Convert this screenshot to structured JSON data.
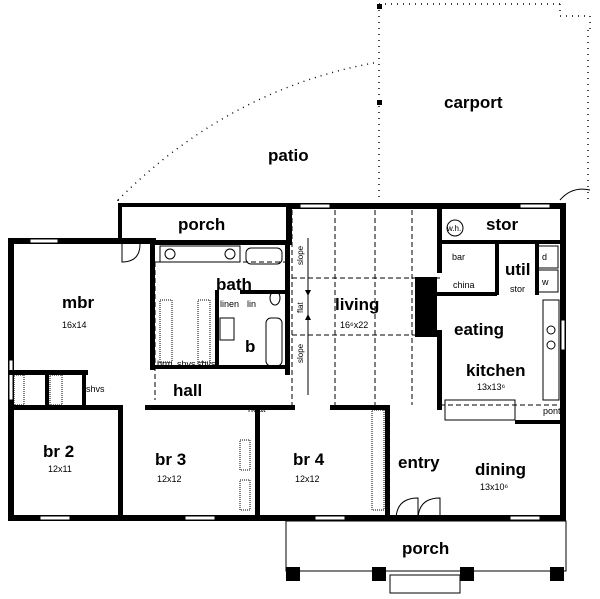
{
  "rooms": {
    "carport": "carport",
    "patio": "patio",
    "porch_rear": "porch",
    "stor": "stor",
    "wh": "w.h.",
    "bar": "bar",
    "util": "util",
    "d": "d",
    "w": "w",
    "chino": "china",
    "stor_small": "stor",
    "mbr": "mbr",
    "mbr_size": "16x14",
    "bath": "bath",
    "linen": "linen",
    "lin": "lin",
    "b": "b",
    "brm": "brm",
    "shvs_a": "shvs",
    "shvs_b": "shvs",
    "shvs_c": "shvs",
    "hall": "hall",
    "heat": "heat",
    "slope_top": "slope",
    "flat": "flat",
    "slope_bottom": "slope",
    "living": "living",
    "living_size": "16⁶x22",
    "eating": "eating",
    "kitchen": "kitchen",
    "kitchen_size": "13x13⁶",
    "pont": "pont",
    "br2": "br 2",
    "br2_size": "12x11",
    "br3": "br 3",
    "br3_size": "12x12",
    "br4": "br 4",
    "br4_size": "12x12",
    "entry": "entry",
    "dining": "dining",
    "dining_size": "13x10⁶",
    "porch_front": "porch"
  },
  "colors": {
    "ink": "#000000",
    "paper": "#ffffff"
  }
}
